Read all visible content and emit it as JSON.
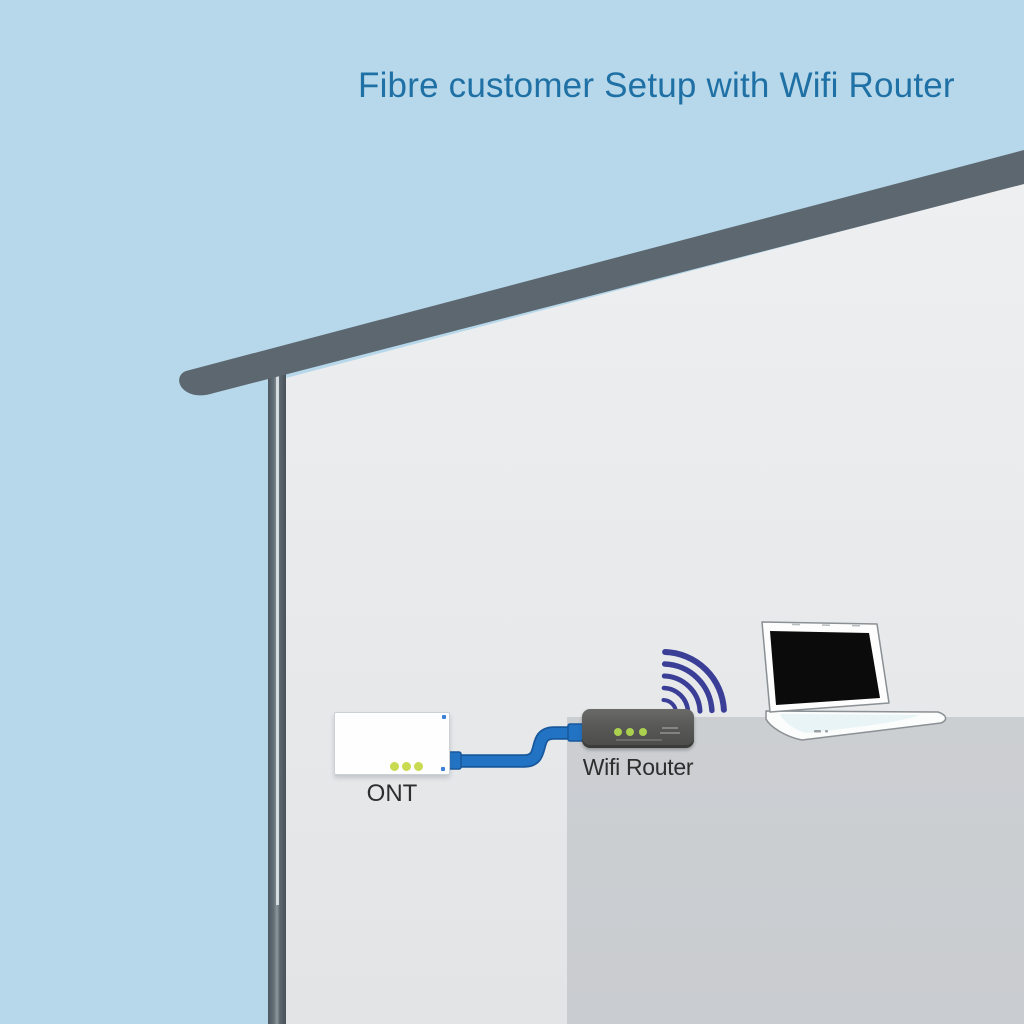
{
  "title": {
    "text": "Fibre customer Setup with Wifi Router",
    "color": "#1e70a5"
  },
  "diagram": {
    "nodes": [
      {
        "id": "ont",
        "label": "ONT",
        "type": "fibre-ont-unit",
        "led_count": 3,
        "led_color": "#c9da50",
        "body_color": "#ffffff"
      },
      {
        "id": "wifi-router",
        "label": "Wifi Router",
        "type": "wifi-router-unit",
        "led_count": 3,
        "led_color": "#abd14f",
        "body_color": "#555554"
      },
      {
        "id": "laptop",
        "label": "",
        "type": "laptop"
      }
    ],
    "connections": [
      {
        "from": "ont",
        "to": "wifi-router",
        "kind": "ethernet-cable",
        "color": "#2273c4"
      },
      {
        "from": "wifi-router",
        "to": "laptop",
        "kind": "wifi-signal",
        "arc_count": 5,
        "color": "#3a3e96"
      }
    ]
  },
  "scene": {
    "sky_color": "#b7d8ea",
    "roof_color": "#5c6770",
    "wall_color": "#e7e9eb",
    "interior_shadow_color": "#cbced1",
    "downpipe_color": "#5c666e",
    "label_text_color": "#2e2e2e"
  }
}
